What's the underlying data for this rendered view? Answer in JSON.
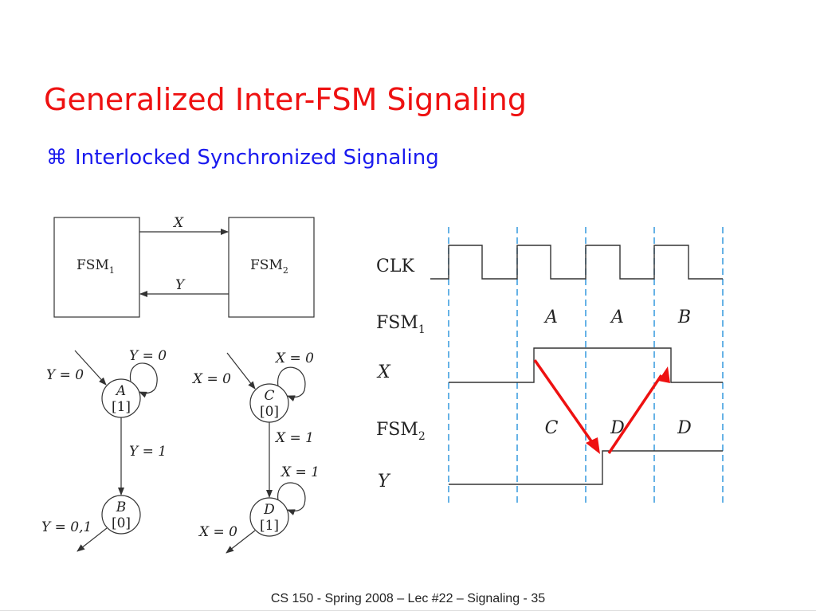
{
  "slide": {
    "title": "Generalized Inter-FSM Signaling",
    "bullet": {
      "glyph": "⌘",
      "text": "Interlocked Synchronized Signaling"
    },
    "footer": "CS 150 - Spring  2008 – Lec #22 – Signaling  - 35"
  },
  "block_diagram": {
    "fsm1": {
      "name": "FSM",
      "sub": "1"
    },
    "fsm2": {
      "name": "FSM",
      "sub": "2"
    },
    "signal_x": "X",
    "signal_y": "Y"
  },
  "fsm1_states": {
    "state_a": {
      "name": "A",
      "output": "[1]"
    },
    "state_b": {
      "name": "B",
      "output": "[0]"
    },
    "entry_label": "Y = 0",
    "self_loop_label": "Y = 0",
    "transition_label": "Y = 1",
    "exit_label": "Y = 0,1"
  },
  "fsm2_states": {
    "state_c": {
      "name": "C",
      "output": "[0]"
    },
    "state_d": {
      "name": "D",
      "output": "[1]"
    },
    "entry_label": "X = 0",
    "self_loop_c_label": "X = 0",
    "transition_label": "X = 1",
    "self_loop_d_label": "X = 1",
    "exit_label": "X = 0"
  },
  "timing": {
    "labels": {
      "clk": "CLK",
      "fsm1": {
        "name": "FSM",
        "sub": "1"
      },
      "x": "X",
      "fsm2": {
        "name": "FSM",
        "sub": "2"
      },
      "y": "Y"
    },
    "fsm1_states": [
      "A",
      "A",
      "B"
    ],
    "fsm2_states": [
      "C",
      "D",
      "D"
    ]
  },
  "colors": {
    "title": "#ee1111",
    "bullet": "#1a1aee",
    "dashed_lines": "#3399dd",
    "arrows": "#ee1111"
  }
}
